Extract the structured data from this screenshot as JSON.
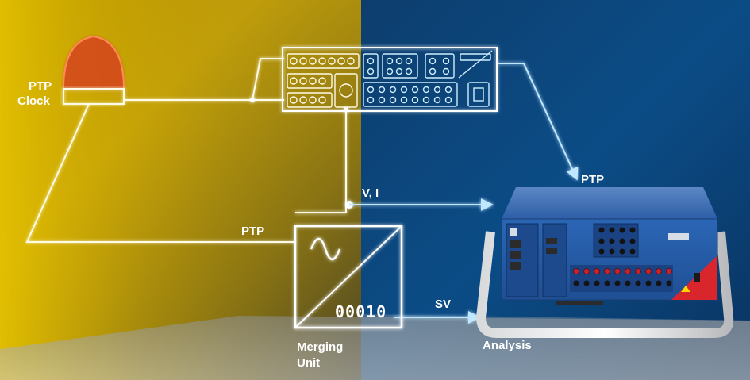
{
  "labels": {
    "ptp_clock_line1": "PTP",
    "ptp_clock_line2": "Clock",
    "ptp_to_analysis": "PTP",
    "ptp_to_merging": "PTP",
    "vi": "V, I",
    "sv": "SV",
    "merging_line1": "Merging",
    "merging_line2": "Unit",
    "analysis": "Analysis",
    "counter": "00010"
  },
  "colors": {
    "left_bg": "#c9a600",
    "right_bg": "#0a4f8a",
    "line_yellow": "#fff4c8",
    "line_blue": "#7fd0ff",
    "clock_dome": "#e05a2a",
    "device_red": "#d8262c",
    "device_blue": "#2a6ab8"
  },
  "icons": [
    "ptp-clock-icon",
    "protection-relay-icon",
    "merging-unit-icon",
    "sine-wave-icon",
    "analysis-device-icon"
  ]
}
